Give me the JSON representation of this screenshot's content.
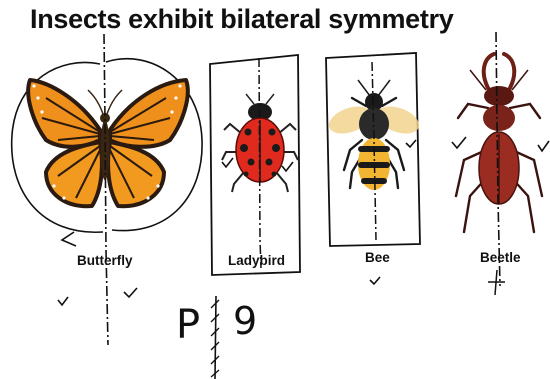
{
  "title": "Insects exhibit bilateral symmetry",
  "insects": [
    {
      "id": "butterfly",
      "label": "Butterfly"
    },
    {
      "id": "ladybird",
      "label": "Ladybird"
    },
    {
      "id": "bee",
      "label": "Bee"
    },
    {
      "id": "beetle",
      "label": "Beetle"
    }
  ],
  "handwriting": {
    "letter_p": "P",
    "letter_q": "9"
  },
  "colors": {
    "butterfly_wing": "#f0901c",
    "butterfly_vein": "#2a1a10",
    "ladybird_shell": "#e02a1e",
    "bee_stripe": "#f2b531",
    "beetle_shell": "#9a2c22",
    "ink": "#111111"
  }
}
